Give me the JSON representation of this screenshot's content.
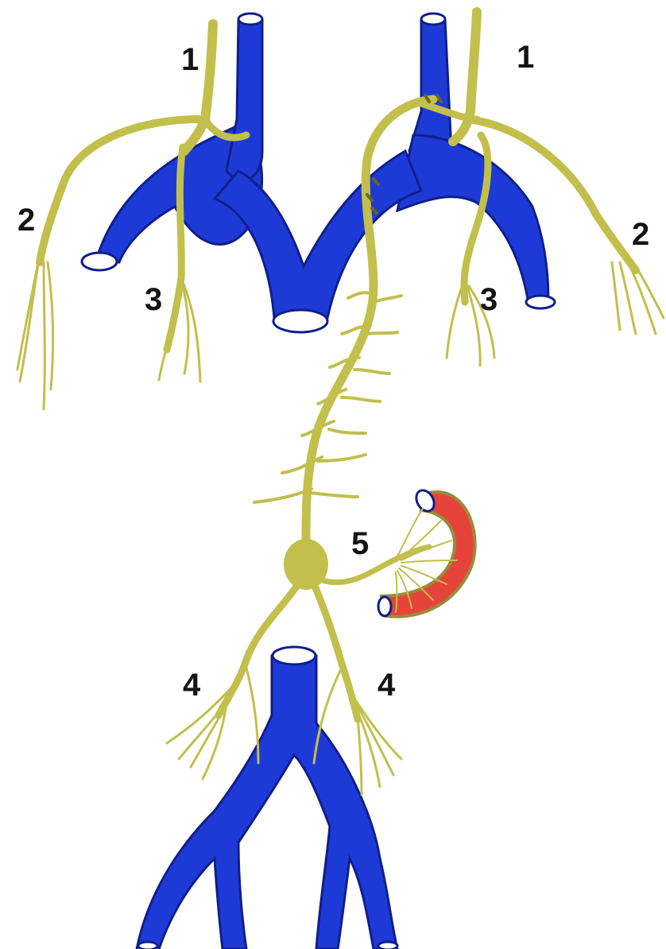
{
  "colors": {
    "vein": "#1e3ad6",
    "vein_dark": "#0f1f8a",
    "vein_lumen": "#ffffff",
    "nerve": "#c2bf4c",
    "nerve_dark": "#8f8c2a",
    "organ": "#e6443a",
    "organ_edge": "#9a8b3a",
    "label": "#141414",
    "background": "#ffffff"
  },
  "labels": {
    "l1_left": "1",
    "l1_right": "1",
    "l2_left": "2",
    "l2_right": "2",
    "l3_left": "3",
    "l3_right": "3",
    "l4_left": "4",
    "l4_right": "4",
    "l5": "5"
  }
}
